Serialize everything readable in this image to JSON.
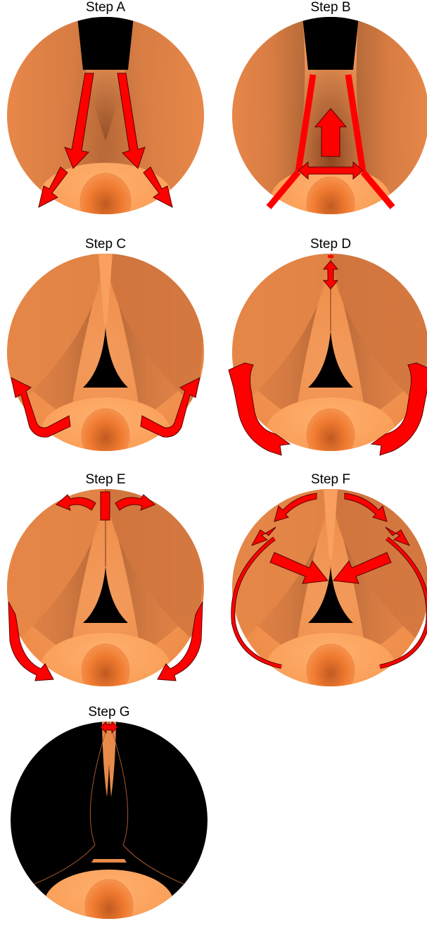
{
  "figure": {
    "steps": [
      {
        "id": "A",
        "label": "Step A"
      },
      {
        "id": "B",
        "label": "Step B"
      },
      {
        "id": "C",
        "label": "Step C"
      },
      {
        "id": "D",
        "label": "Step D"
      },
      {
        "id": "E",
        "label": "Step E"
      },
      {
        "id": "F",
        "label": "Step F"
      },
      {
        "id": "G",
        "label": "Step G"
      }
    ],
    "colors": {
      "tissue_light": "#f9a060",
      "tissue_mid": "#e8874a",
      "tissue_dark": "#9a5028",
      "opening": "#000000",
      "arrow_fill": "#ff0000",
      "arrow_stroke": "#5a0000"
    }
  }
}
